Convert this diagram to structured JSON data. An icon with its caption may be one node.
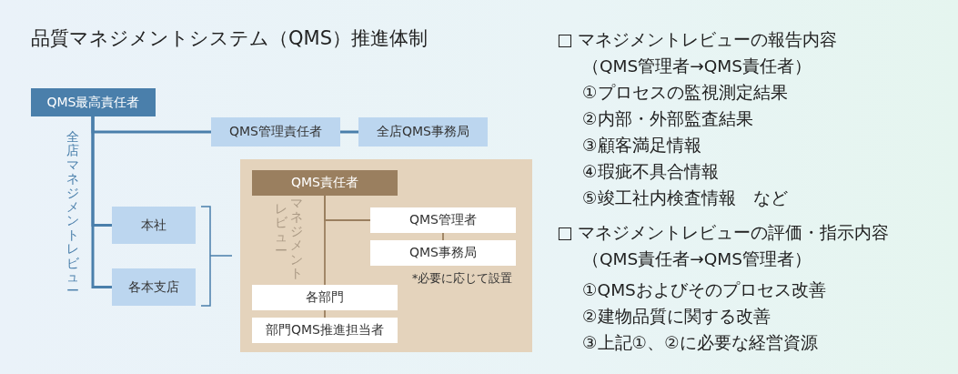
{
  "diagram": {
    "title": "品質マネジメントシステム（QMS）推進体制",
    "nodes": [
      {
        "text": [
          "QMS最高責任者"
        ]
      },
      {
        "text": [
          "QMS管理責任者"
        ]
      },
      {
        "text": [
          "全店QMS事務局"
        ]
      },
      {
        "text": [
          "本社"
        ]
      },
      {
        "text": [
          "各本支店"
        ]
      },
      {
        "text": [],
        "shape": "box"
      },
      {
        "text": [
          "QMS責任者"
        ],
        "in": 5
      },
      {
        "text": [
          "QMS管理者"
        ],
        "in": 5
      },
      {
        "text": [
          "QMS事務局"
        ],
        "in": 5,
        "beside": [
          "*必要に応じて設置"
        ]
      },
      {
        "text": [
          "各部門"
        ],
        "in": 5
      },
      {
        "text": [
          "部門QMS推進担当者"
        ],
        "in": 5
      }
    ],
    "edges": [
      {
        "from": 0,
        "to": 1,
        "arrow": "none"
      },
      {
        "from": 1,
        "to": 2,
        "arrow": "none"
      },
      {
        "from": 0,
        "to": 3,
        "arrow": "none"
      },
      {
        "from": 0,
        "to": 4,
        "arrow": "none"
      },
      {
        "from": 6,
        "to": 7,
        "arrow": "none",
        "color": "#9a7f5f"
      },
      {
        "from": 7,
        "to": 8,
        "arrow": "none",
        "color": "#9a7f5f"
      },
      {
        "from": 6,
        "to": 9,
        "arrow": "none",
        "color": "#9a7f5f"
      },
      {
        "from": 9,
        "to": 10,
        "arrow": "none",
        "color": "#9a7f5f"
      }
    ],
    "labels": [
      "全店マネジメントレビュー",
      "マネジメント",
      "レビュー",
      "□ マネジメントレビューの報告内容",
      "（QMS管理者→QMS責任者）",
      "①プロセスの監視測定結果",
      "②内部・外部監査結果",
      "③顧客満足情報",
      "④瑕疵不具合情報",
      "⑤竣工社内検査情報　など",
      "□ マネジメントレビューの評価・指示内容",
      "（QMS責任者→QMS管理者）",
      "①QMSおよびそのプロセス改善",
      "②建物品質に関する改善",
      "③上記①、②に必要な経営資源"
    ]
  }
}
